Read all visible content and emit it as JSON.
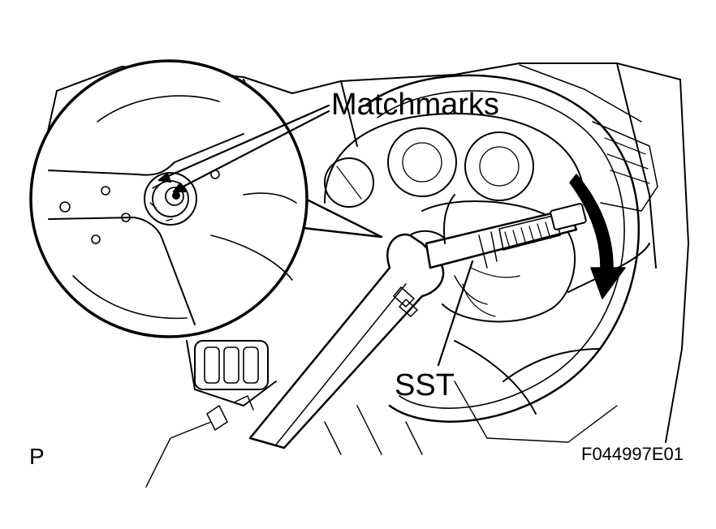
{
  "labels": {
    "matchmarks": "Matchmarks",
    "sst": "SST",
    "page_marker": "P",
    "figure_id": "F044997E01"
  },
  "colors": {
    "line": "#000000",
    "background": "#ffffff"
  }
}
